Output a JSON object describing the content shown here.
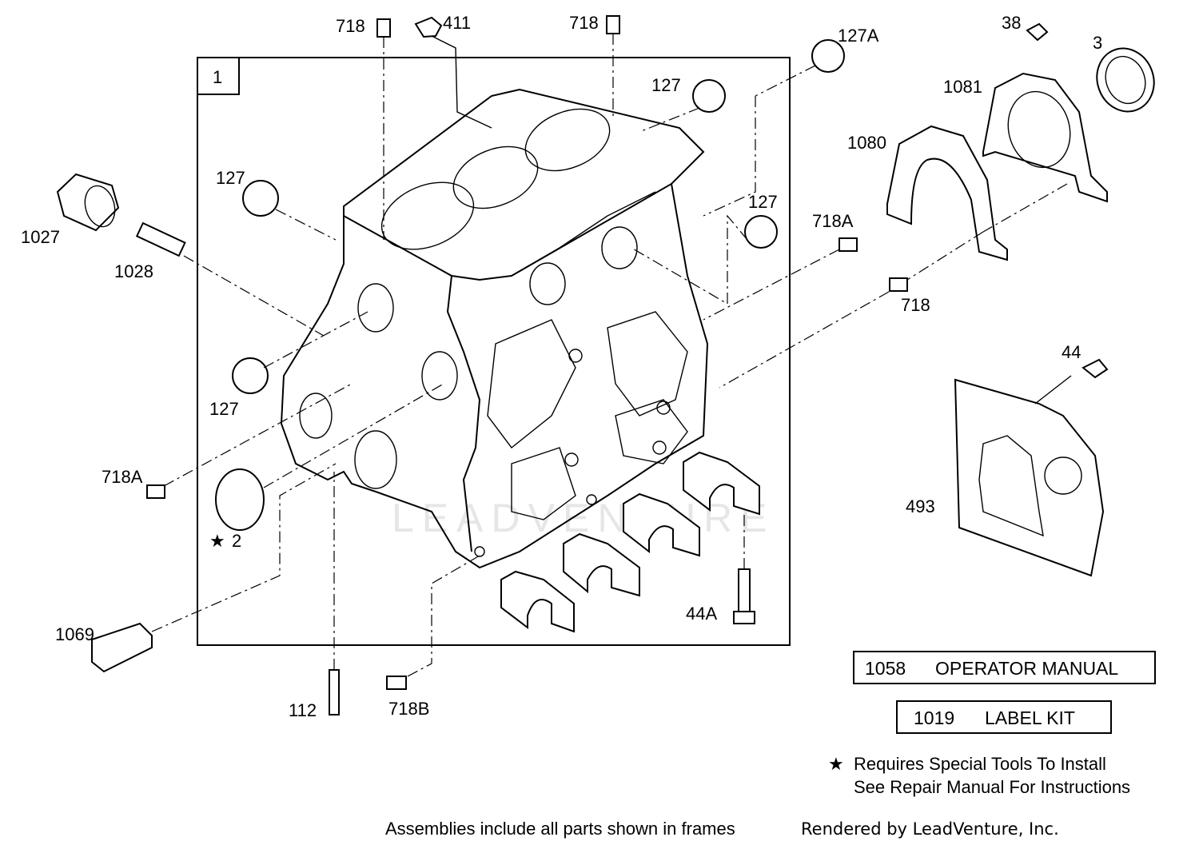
{
  "frame_label": "1",
  "callouts": {
    "c718_a": "718",
    "c411": "411",
    "c718_b": "718",
    "c127A": "127A",
    "c38": "38",
    "c3": "3",
    "c127_top": "127",
    "c1081": "1081",
    "c1080": "1080",
    "c127_left": "127",
    "c127_right": "127",
    "c718A_right": "718A",
    "c1027": "1027",
    "c1028": "1028",
    "c718_right": "718",
    "c44": "44",
    "c127_bottom": "127",
    "c718A_left": "718A",
    "c493": "493",
    "c2": "2",
    "c44A": "44A",
    "c1069": "1069",
    "c112": "112",
    "c718B": "718B"
  },
  "boxes": {
    "manual_num": "1058",
    "manual_text": "OPERATOR MANUAL",
    "label_num": "1019",
    "label_text": "LABEL KIT"
  },
  "notes": {
    "line1": "Requires Special Tools To Install",
    "line2": "See Repair Manual For Instructions",
    "star_glyph": "★"
  },
  "footer": {
    "assemblies": "Assemblies include all parts shown in frames",
    "rendered_by": "Rendered by LeadVenture, Inc."
  },
  "watermark": "LEADVENTURE"
}
